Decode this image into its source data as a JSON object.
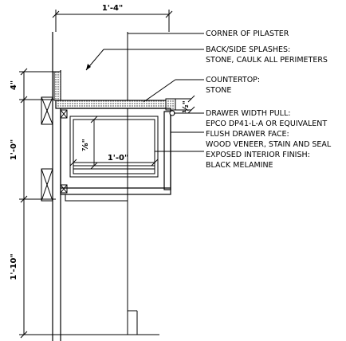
{
  "dimensions": {
    "overall_width": "1'-4\"",
    "splash_height": "4\"",
    "drawer_zone_height": "1'-0\"",
    "lower_zone_height": "1'-10\"",
    "drawer_inner_height": "⅞\"",
    "drawer_inner_width": "1'-0\"",
    "pull_dim": "½\""
  },
  "callouts": {
    "corner_of_pilaster": "CORNER OF PILASTER",
    "splash_line1": "BACK/SIDE SPLASHES:",
    "splash_line2": "STONE, CAULK ALL PERIMETERS",
    "countertop_line1": "COUNTERTOP:",
    "countertop_line2": "STONE",
    "pull_line1": "DRAWER WIDTH PULL:",
    "pull_line2": "EPCO DP41-L-A OR EQUIVALENT",
    "drawer_face_line1": "FLUSH DRAWER FACE:",
    "drawer_face_line2": "WOOD VENEER, STAIN AND SEAL",
    "interior_line1": "EXPOSED INTERIOR FINISH:",
    "interior_line2": "BLACK MELAMINE"
  },
  "colors": {
    "line": "#000000",
    "hatch": "#444444"
  }
}
